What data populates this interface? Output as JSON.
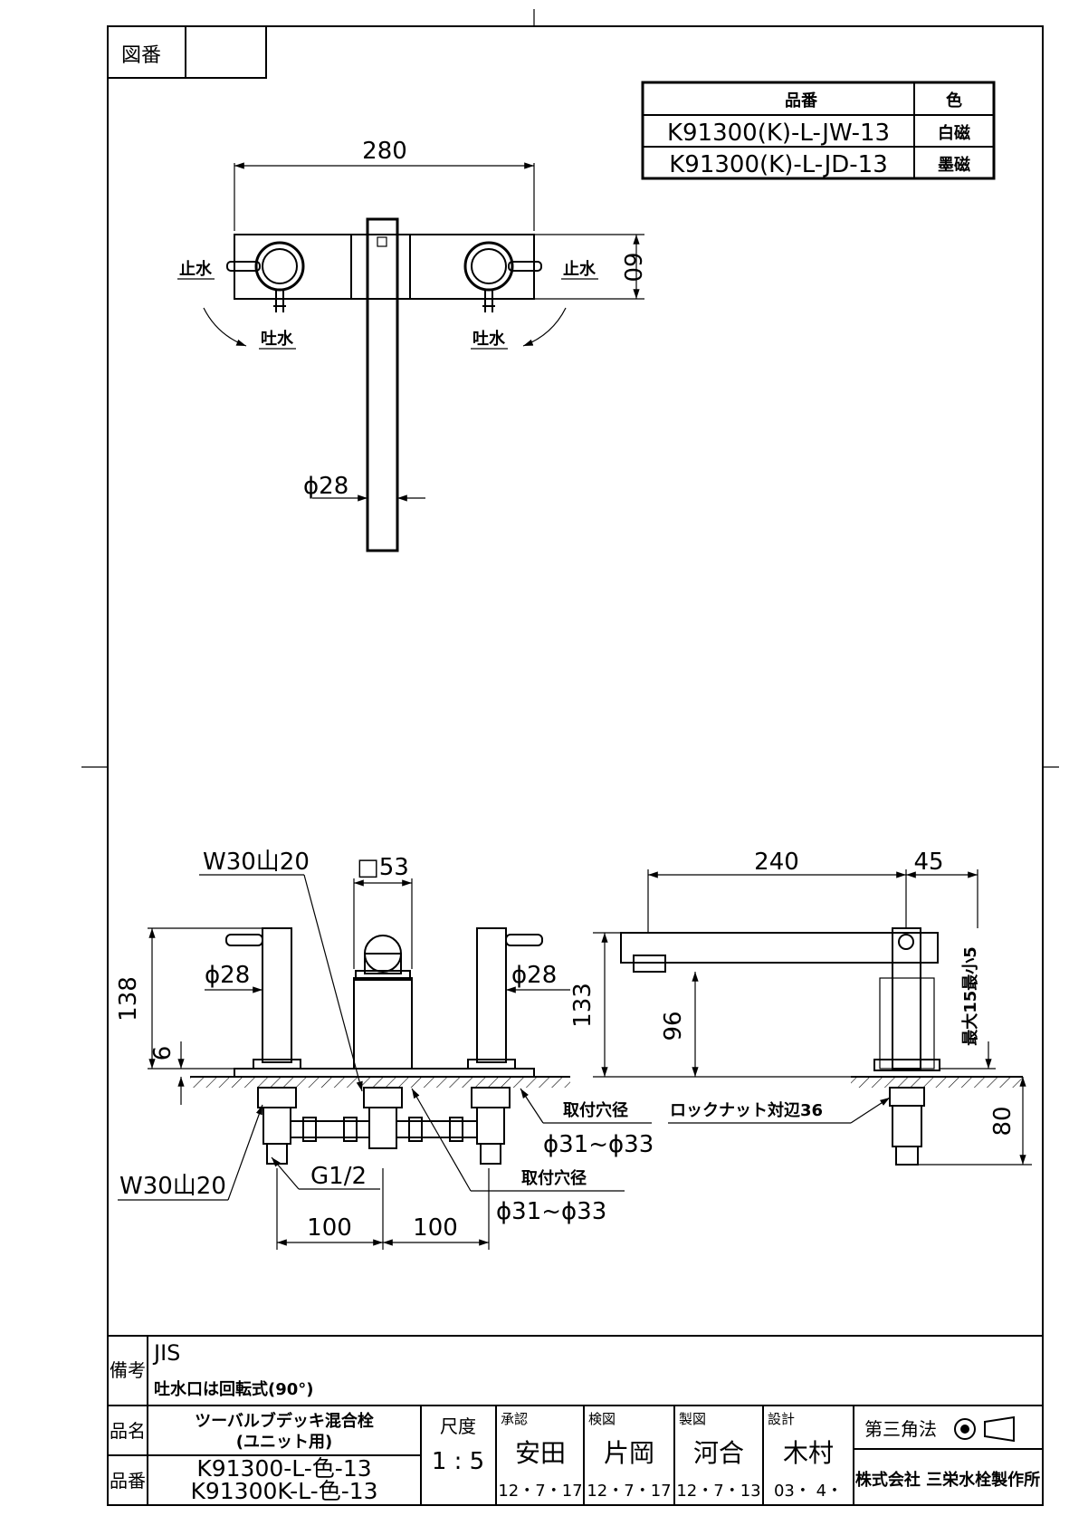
{
  "drawing_no_label": "図番",
  "parts_table": {
    "headers": [
      "品番",
      "色"
    ],
    "rows": [
      {
        "part": "K91300(K)-L-JW-13",
        "color": "白磁"
      },
      {
        "part": "K91300(K)-L-JD-13",
        "color": "墨磁"
      }
    ]
  },
  "top_view": {
    "width": "280",
    "height": "60",
    "spout_diameter": "ϕ28",
    "stop_left": "止水",
    "stop_right": "止水",
    "spout_left": "吐水",
    "spout_right": "吐水"
  },
  "front_view": {
    "thread_top": "W30山20",
    "square": "□53",
    "dia_left": "ϕ28",
    "dia_right": "ϕ28",
    "height_total": "138",
    "height_base": "6",
    "thread_bottom": "W30山20",
    "pipe_thread": "G1/2",
    "pitch_left": "100",
    "pitch_right": "100",
    "mount_hole_label_1": "取付穴径",
    "mount_hole_size_1": "ϕ31~ϕ33",
    "mount_hole_label_2": "取付穴径",
    "mount_hole_size_2": "ϕ31~ϕ33"
  },
  "side_view": {
    "spout_length": "240",
    "offset": "45",
    "height_total": "133",
    "spout_height": "96",
    "thickness": "最大15最小5",
    "locknut": "ロックナット対辺36",
    "below": "80"
  },
  "notes": {
    "label": "備考",
    "line1": "JIS",
    "line2": "吐水口は回転式(90°)"
  },
  "title_block": {
    "name_label": "品名",
    "name_line1": "ツーバルブデッキ混合栓",
    "name_line2": "(ユニット用)",
    "number_label": "品番",
    "number_line1": "K91300-L-色-13",
    "number_line2": "K91300K-L-色-13",
    "scale_label": "尺度",
    "scale": "1 : 5",
    "approve_label": "承認",
    "approve_name": "安田",
    "approve_date": "12・7・17",
    "check_label": "検図",
    "check_name": "片岡",
    "check_date": "12・7・17",
    "draw_label": "製図",
    "draw_name": "河合",
    "draw_date": "12・7・13",
    "design_label": "設計",
    "design_name": "木村",
    "design_date": "03・ 4・",
    "projection": "第三角法",
    "company": "株式会社 三栄水栓製作所"
  }
}
